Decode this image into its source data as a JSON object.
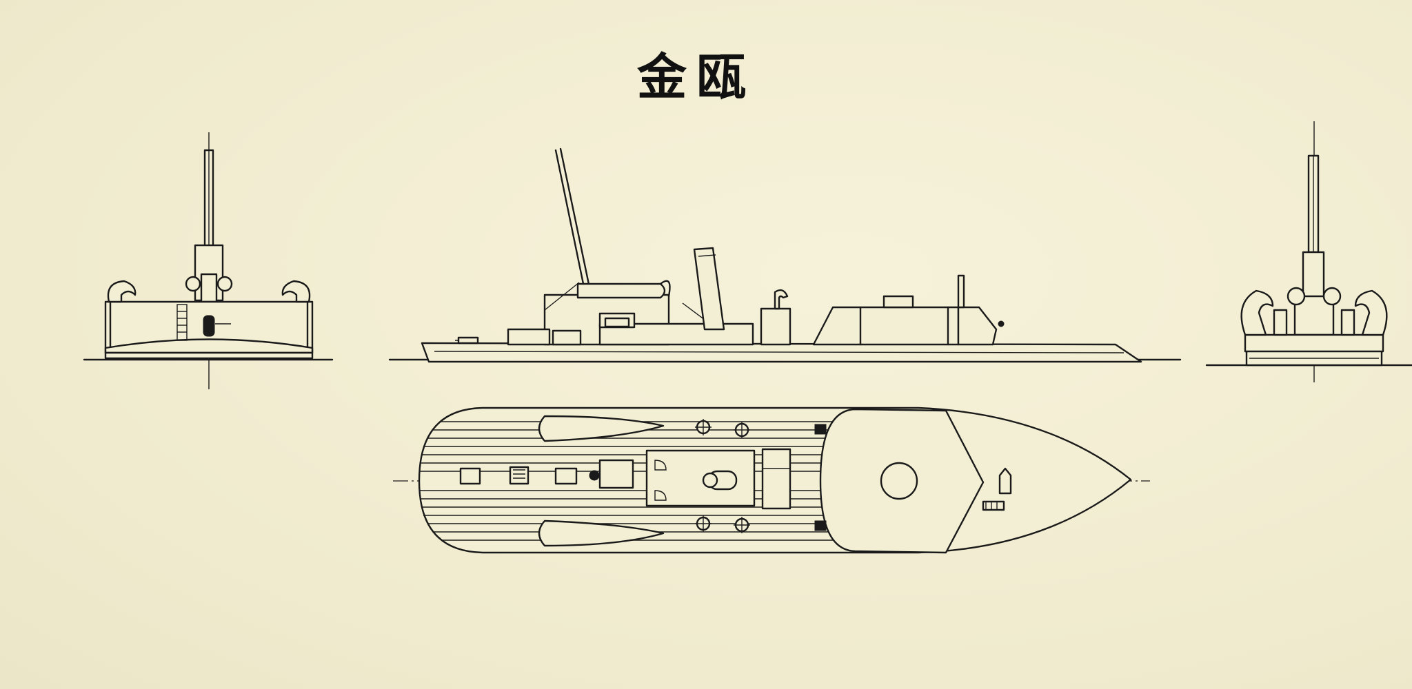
{
  "title": "金瓯",
  "views": {
    "front": "front-elevation",
    "side": "side-elevation",
    "rear": "rear-elevation",
    "plan": "deck-plan"
  },
  "colors": {
    "paper": "#f3efd4",
    "ink": "#1a1a1a"
  }
}
